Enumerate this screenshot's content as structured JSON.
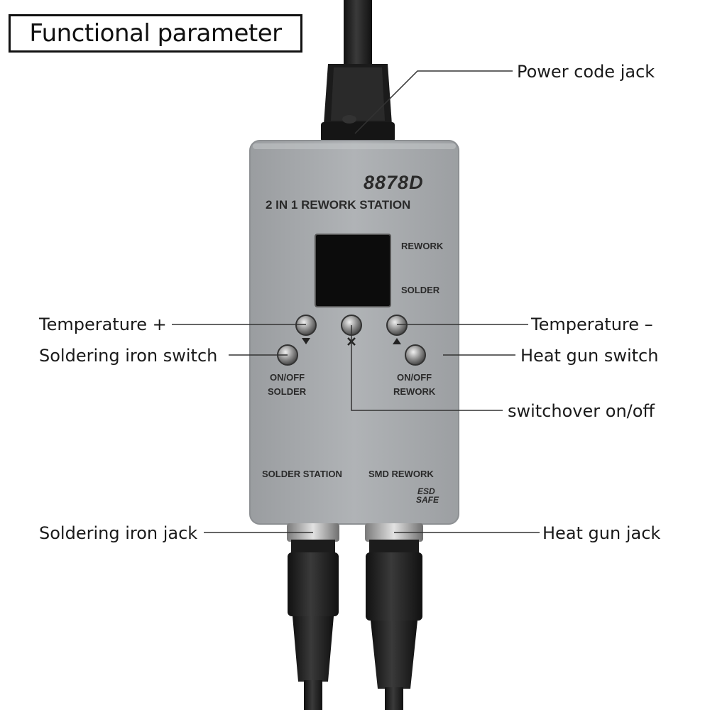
{
  "title": "Functional parameter",
  "device": {
    "model": "8878D",
    "subtitle": "2 IN 1 REWORK STATION",
    "mode_rework": "REWORK",
    "mode_solder": "SOLDER",
    "onoff_solder_line1": "ON/OFF",
    "onoff_solder_line2": "SOLDER",
    "onoff_rework_line1": "ON/OFF",
    "onoff_rework_line2": "REWORK",
    "port_left": "SOLDER STATION",
    "port_right": "SMD REWORK",
    "esd_line1": "ESD",
    "esd_line2": "SAFE",
    "body_color": "#a7aaad",
    "screen_color": "#0c0c0c"
  },
  "callouts": {
    "power_jack": "Power code jack",
    "temp_plus": "Temperature +",
    "iron_switch": "Soldering iron switch",
    "temp_minus": "Temperature –",
    "heat_gun_switch": "Heat gun switch",
    "switchover": "switchover on/off",
    "iron_jack": "Soldering iron jack",
    "heat_gun_jack": "Heat gun jack"
  }
}
